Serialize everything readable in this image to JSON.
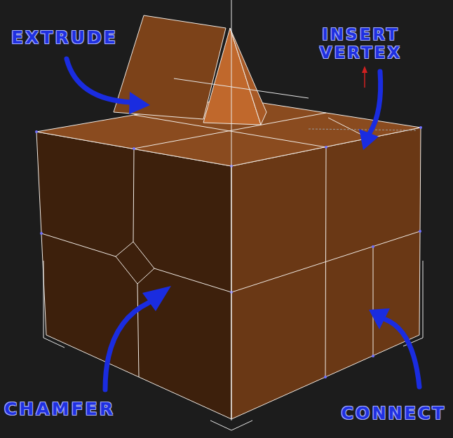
{
  "diagram": {
    "labels": [
      "EXTRUDE",
      "INSERT VERTEX",
      "CHAMFER",
      "CONNECT"
    ]
  }
}
